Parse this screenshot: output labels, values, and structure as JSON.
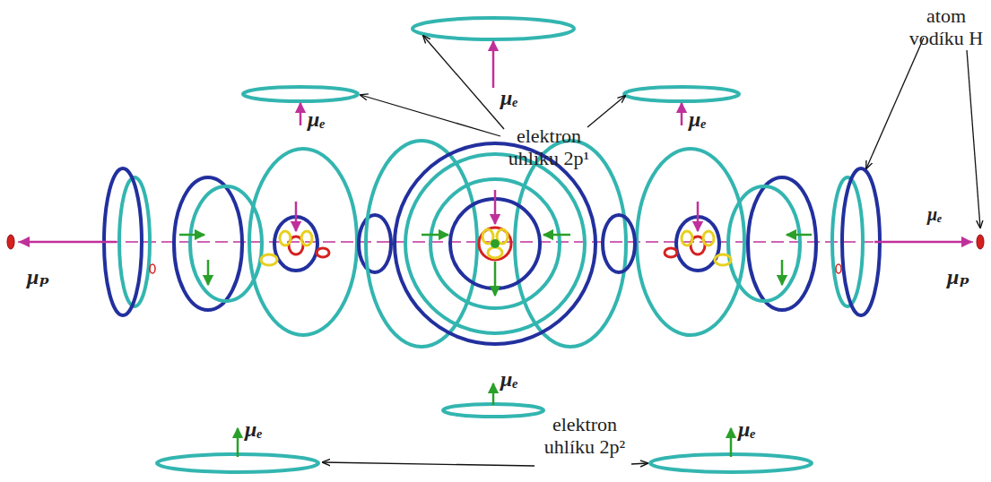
{
  "diagram": {
    "labels": [
      "μₑ",
      "elektron uhlíku 2p¹",
      "μₑ",
      "μₑ",
      "atom vodíku H",
      "μₚ",
      "μₚ",
      "μₑ",
      "μₑ",
      "μₑ",
      "μₑ",
      "elektron uhlíku 2p²"
    ]
  }
}
